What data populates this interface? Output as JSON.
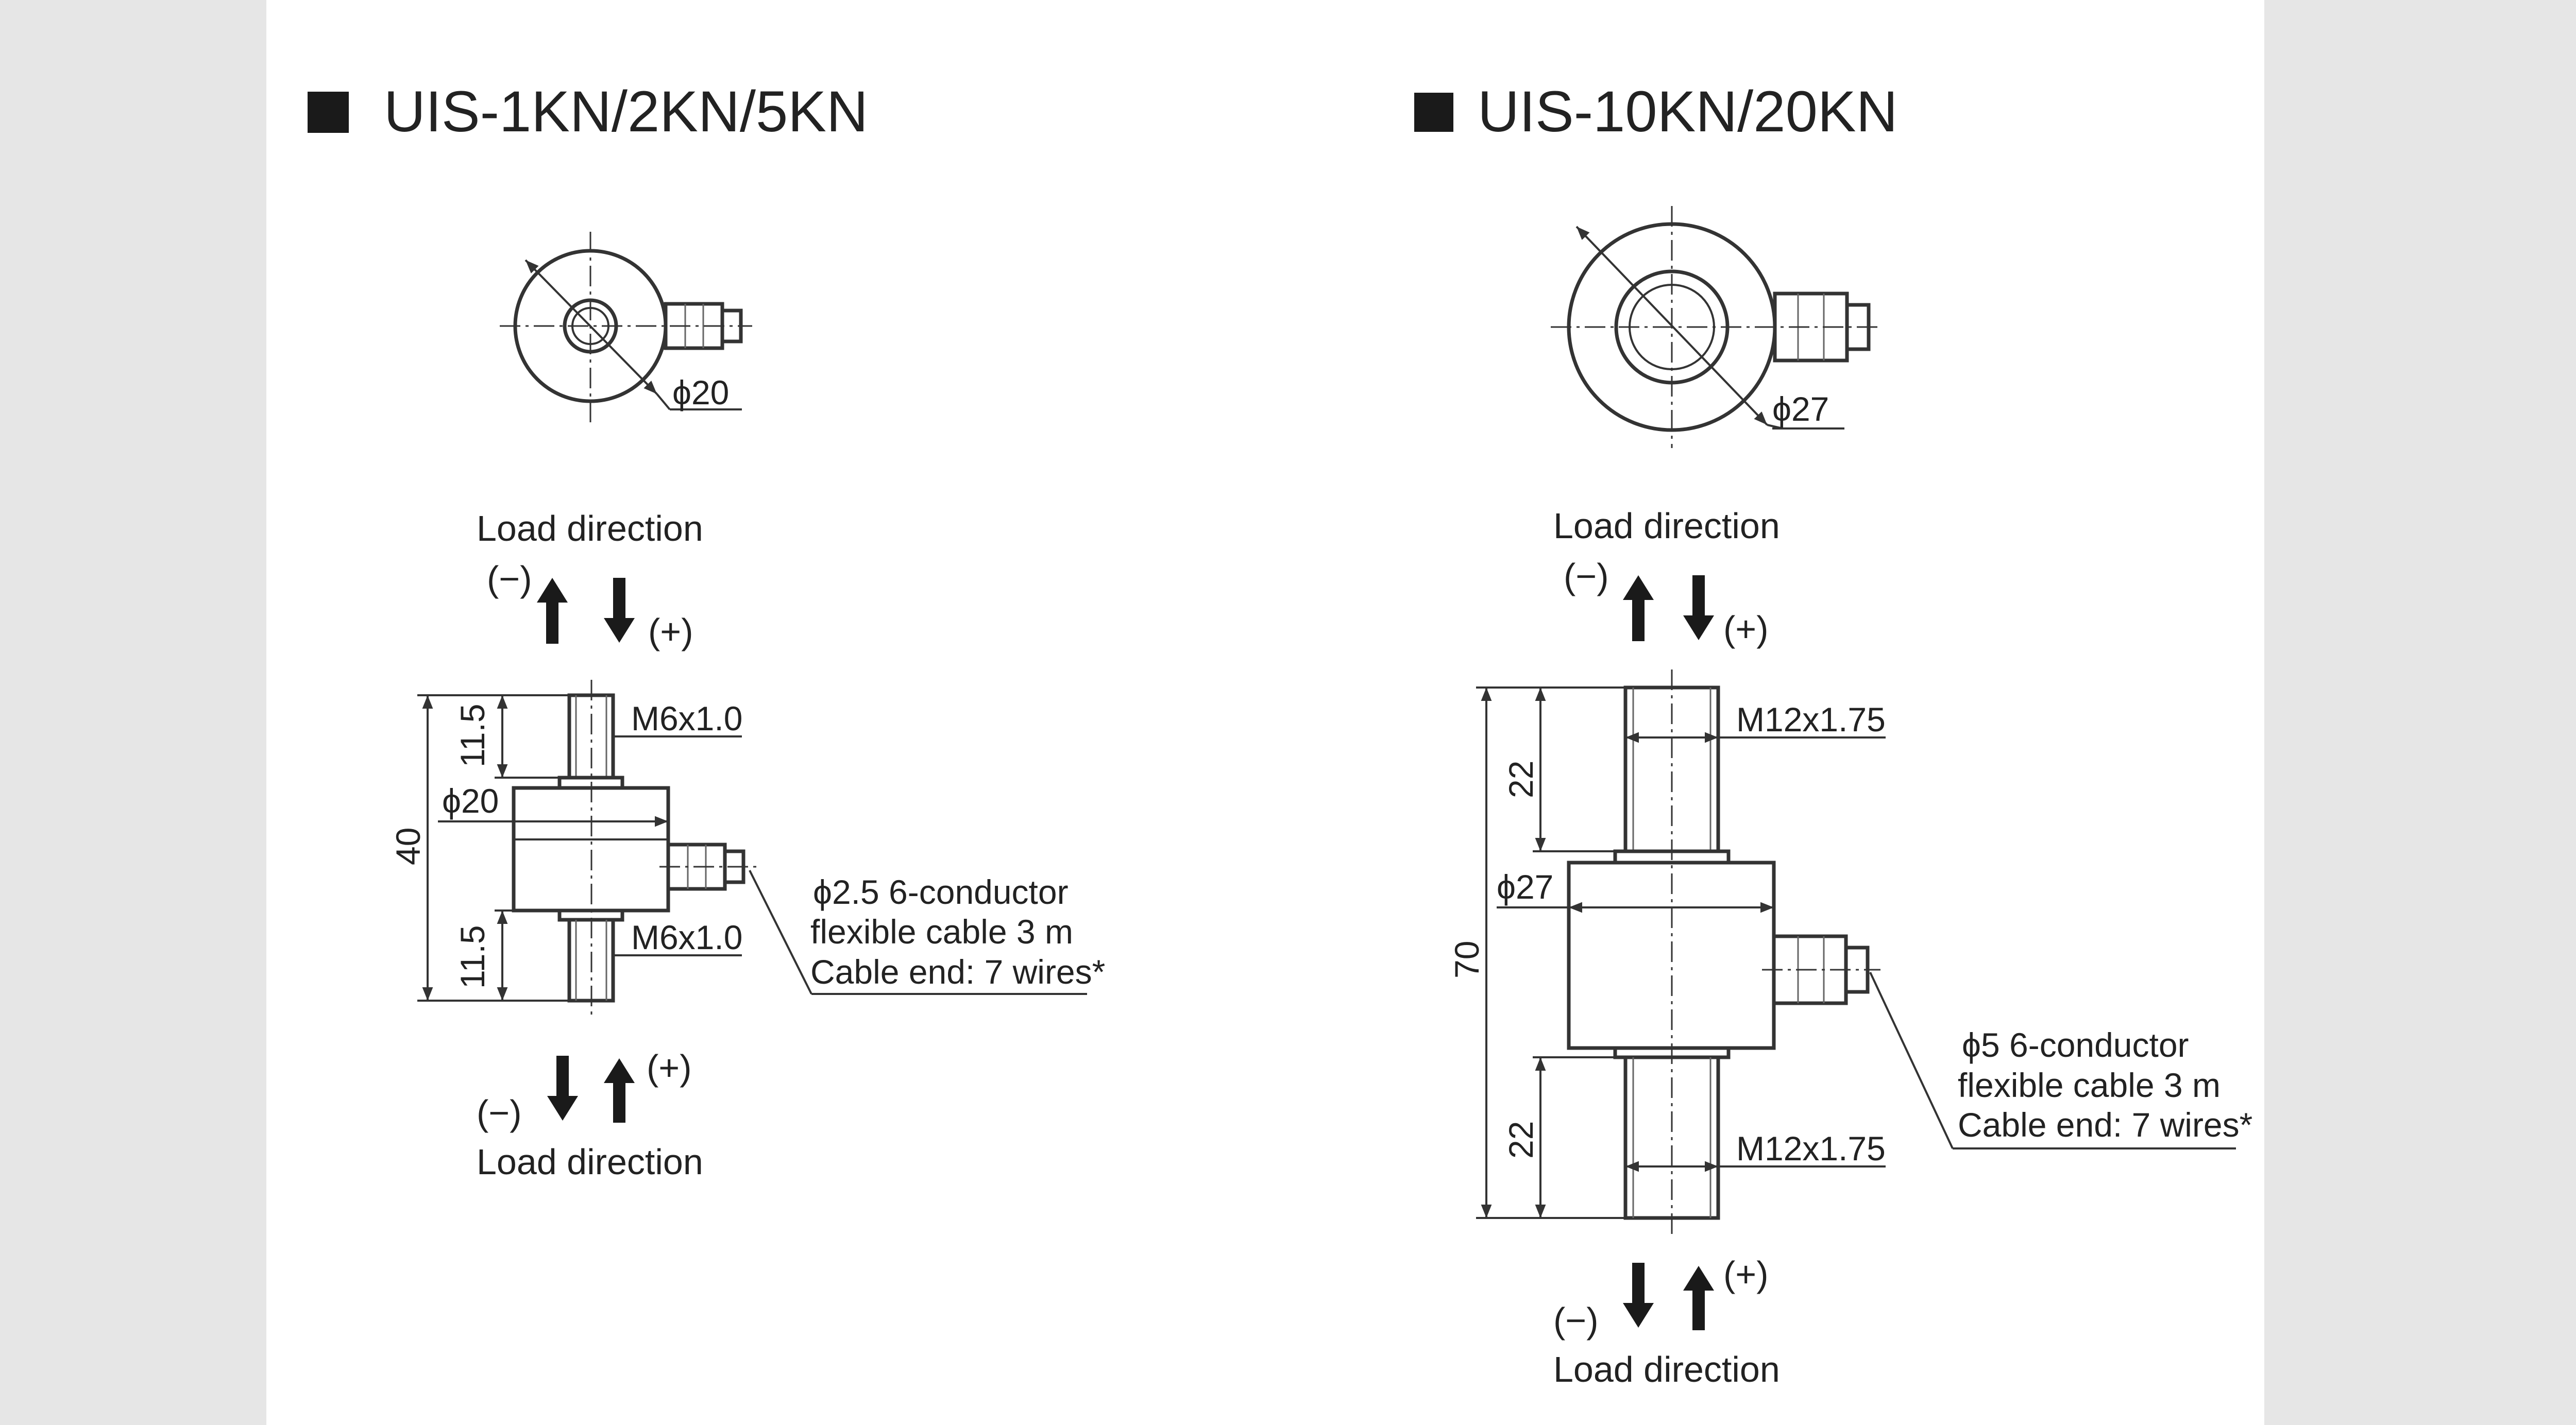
{
  "diagrams": [
    {
      "title": "UIS-1KN/2KN/5KN",
      "top_view_diameter": "ϕ20",
      "load_direction_top": "Load direction",
      "load_direction_bottom": "Load direction",
      "sign_minus": "(−)",
      "sign_plus": "(+)",
      "thread_top": "M6x1.0",
      "thread_bottom": "M6x1.0",
      "body_diameter": "ϕ20",
      "dim_total_height": "40",
      "dim_stud_top": "11.5",
      "dim_stud_bottom": "11.5",
      "cable_line1": "ϕ2.5  6-conductor",
      "cable_line2": "flexible cable 3 m",
      "cable_line3": "Cable end: 7 wires*"
    },
    {
      "title": "UIS-10KN/20KN",
      "top_view_diameter": "ϕ27",
      "load_direction_top": "Load direction",
      "load_direction_bottom": "Load direction",
      "sign_minus": "(−)",
      "sign_plus": "(+)",
      "thread_top": "M12x1.75",
      "thread_bottom": "M12x1.75",
      "body_diameter": "ϕ27",
      "dim_total_height": "70",
      "dim_stud_top": "22",
      "dim_stud_bottom": "22",
      "cable_line1": "ϕ5 6-conductor",
      "cable_line2": "flexible cable 3 m",
      "cable_line3": "Cable end: 7 wires*"
    }
  ]
}
